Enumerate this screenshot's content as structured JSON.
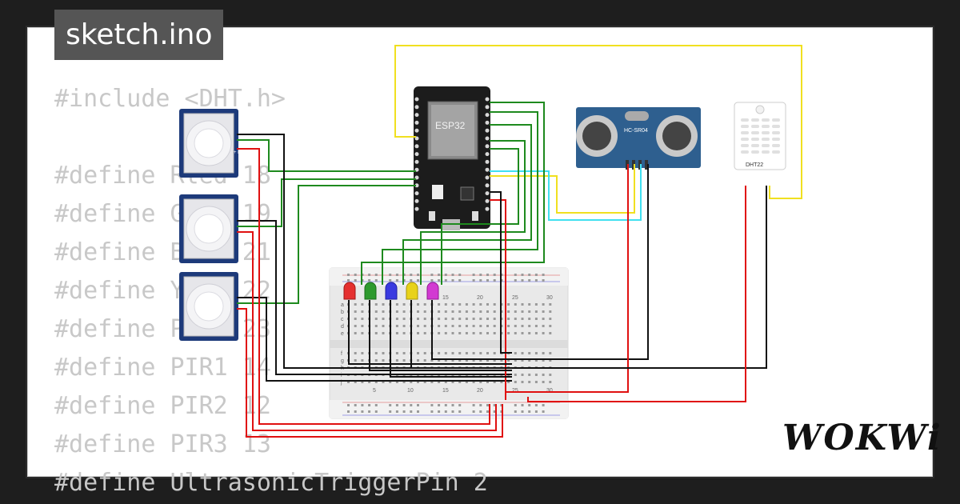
{
  "tab": {
    "title": "sketch.ino"
  },
  "code_lines": [
    "#include <DHT.h>",
    "",
    "#define Rled 18",
    "#define Gled 19",
    "#define Bled 21",
    "#define Yled 22",
    "#define Pled 23",
    "#define PIR1 14",
    "#define PIR2 12",
    "#define PIR3 13",
    "#define UltrasonicTriggerPin 2"
  ],
  "components": {
    "esp32_label": "ESP32",
    "sonar_label": "HC-SR04",
    "dht_label": "DHT22",
    "breadboard_numbers": [
      "5",
      "10",
      "15",
      "20",
      "25",
      "30"
    ],
    "breadboard_rows_top": [
      "a",
      "b",
      "c",
      "d",
      "e"
    ],
    "breadboard_rows_bottom": [
      "f",
      "g",
      "h",
      "i",
      "j"
    ]
  },
  "colors": {
    "led_red": "#e53030",
    "led_green": "#2e9a2e",
    "led_blue": "#3a3ae0",
    "led_yellow": "#e8d21a",
    "led_pink": "#d23ad2",
    "wire_green": "#1e8a1e",
    "wire_red": "#e01010",
    "wire_black": "#111111",
    "wire_yellow": "#f0e020",
    "wire_cyan": "#40e0f0"
  },
  "brand": {
    "logo": "WOKWi"
  }
}
